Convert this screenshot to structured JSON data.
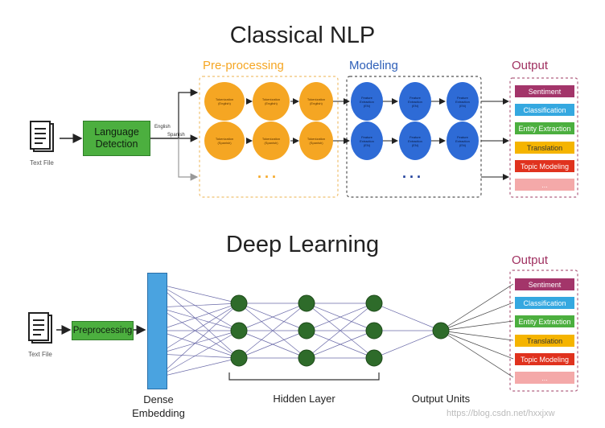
{
  "top": {
    "title": "Classical NLP",
    "file_label": "Text File",
    "language_detection": "Language Detection",
    "lang_english": "English",
    "lang_spanish": "Spanish",
    "preprocessing_label": "Pre-processing",
    "modeling_label": "Modeling",
    "output_label": "Output",
    "tokenization_row1_line1": "Tokenization",
    "tokenization_row1_line2": "(English)",
    "tokenization_row2_line1": "Tokenization",
    "tokenization_row2_line2": "(Spanish)",
    "feature_line1": "Feature",
    "feature_line2": "Extraction",
    "feature_line3": "(EN)",
    "dots": "...",
    "outputs": [
      "Sentiment",
      "Classification",
      "Entity Extraction",
      "Translation",
      "Topic Modeling",
      "..."
    ]
  },
  "bottom": {
    "title": "Deep Learning",
    "file_label": "Text File",
    "preprocessing": "Preprocessing",
    "output_label": "Output",
    "outputs": [
      "Sentiment",
      "Classification",
      "Entity Extraction",
      "Translation",
      "Topic Modeling",
      "..."
    ],
    "dense_embedding_line1": "Dense",
    "dense_embedding_line2": "Embedding",
    "hidden_layer": "Hidden Layer",
    "output_units": "Output Units"
  },
  "watermark": "https://blog.csdn.net/hxxjxw",
  "colors": {
    "orange": "#f5a623",
    "blue": "#2e6bd6",
    "green": "#4caf3f",
    "dark_green": "#2e6b2a",
    "purple": "#4a1aa8",
    "output_colors": [
      "#a3356a",
      "#35a8e0",
      "#4caf3f",
      "#f5b400",
      "#e0321e",
      "#f4a9a9"
    ]
  }
}
